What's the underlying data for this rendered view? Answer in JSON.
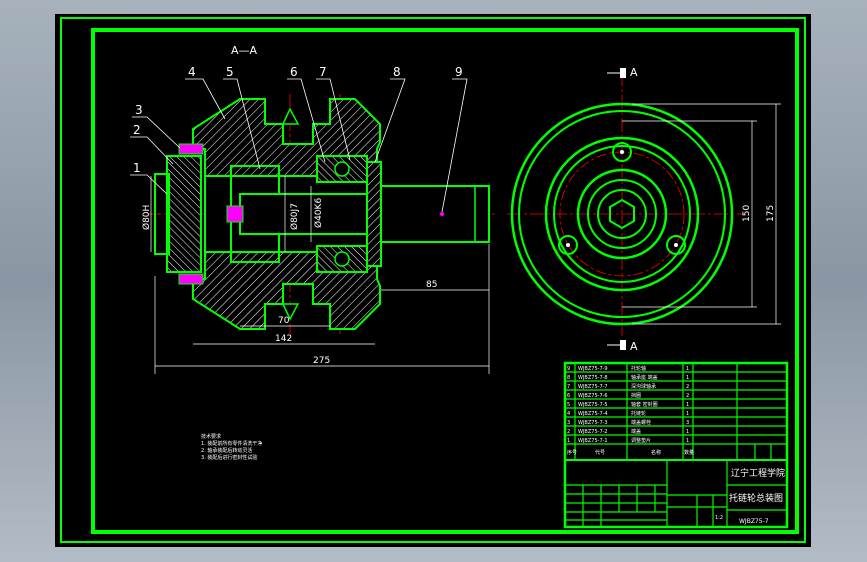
{
  "colors": {
    "background": "#000000",
    "outline": "#00ff00",
    "hatch": "#ffffff",
    "dimension": "#ffffff",
    "centerline": "#ff0000",
    "bolt": "#ff00ff",
    "window_frame": "#9aa5b1"
  },
  "section": {
    "title": "A—A",
    "balloons": [
      "1",
      "2",
      "3",
      "4",
      "5",
      "6",
      "7",
      "8",
      "9"
    ],
    "dims": {
      "bore_left": "Ø80H",
      "bore_mid": "Ø80J7",
      "shaft": "Ø40K6",
      "d70": "70",
      "d142": "142",
      "d275": "275",
      "d85": "85"
    }
  },
  "side_view": {
    "marker_top": "A",
    "marker_bottom": "A",
    "dim150": "150",
    "dim175": "175"
  },
  "title_block": {
    "school": "辽宁工程学院",
    "drawing_name": "托链轮总装图",
    "drawing_no": "WJBZ75-7",
    "parts": [
      {
        "no": "9",
        "code": "WJBZ75-7-9",
        "name": "托轮轴",
        "qty": "1"
      },
      {
        "no": "8",
        "code": "WJBZ75-7-8",
        "name": "轴承座 端盖",
        "qty": "1"
      },
      {
        "no": "7",
        "code": "WJBZ75-7-7",
        "name": "深沟球轴承",
        "qty": "2"
      },
      {
        "no": "6",
        "code": "WJBZ75-7-6",
        "name": "挡圈",
        "qty": "2"
      },
      {
        "no": "5",
        "code": "WJBZ75-7-5",
        "name": "轴套 密封圈",
        "qty": "1"
      },
      {
        "no": "4",
        "code": "WJBZ75-7-4",
        "name": "托链轮",
        "qty": "1"
      },
      {
        "no": "3",
        "code": "WJBZ75-7-3",
        "name": "端盖螺栓",
        "qty": "3"
      },
      {
        "no": "2",
        "code": "WJBZ75-7-2",
        "name": "端盖",
        "qty": "1"
      },
      {
        "no": "1",
        "code": "WJBZ75-7-1",
        "name": "调整垫片",
        "qty": "1"
      }
    ],
    "header_no": "序号",
    "header_code": "代号",
    "header_name": "名称",
    "header_qty": "数量",
    "scale": "1:2"
  },
  "notes": [
    "技术要求",
    "1. 装配前所有零件清洗干净",
    "2. 轴承装配后转动灵活",
    "3. 装配后进行密封性试验"
  ]
}
